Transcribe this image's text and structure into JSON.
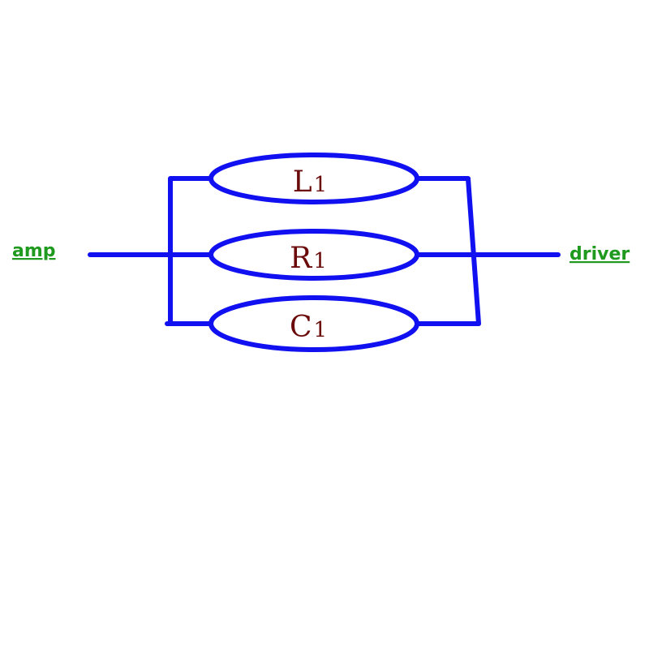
{
  "diagram": {
    "terminals": {
      "input": "amp",
      "output": "driver"
    },
    "components": [
      {
        "id": "L1",
        "letter": "L",
        "index": "1"
      },
      {
        "id": "R1",
        "letter": "R",
        "index": "1"
      },
      {
        "id": "C1",
        "letter": "C",
        "index": "1"
      }
    ],
    "colors": {
      "wire": "#1010f0",
      "component_label": "#6a0a0a",
      "terminal_label": "#1f9a1f",
      "background": "#ffffff"
    }
  }
}
